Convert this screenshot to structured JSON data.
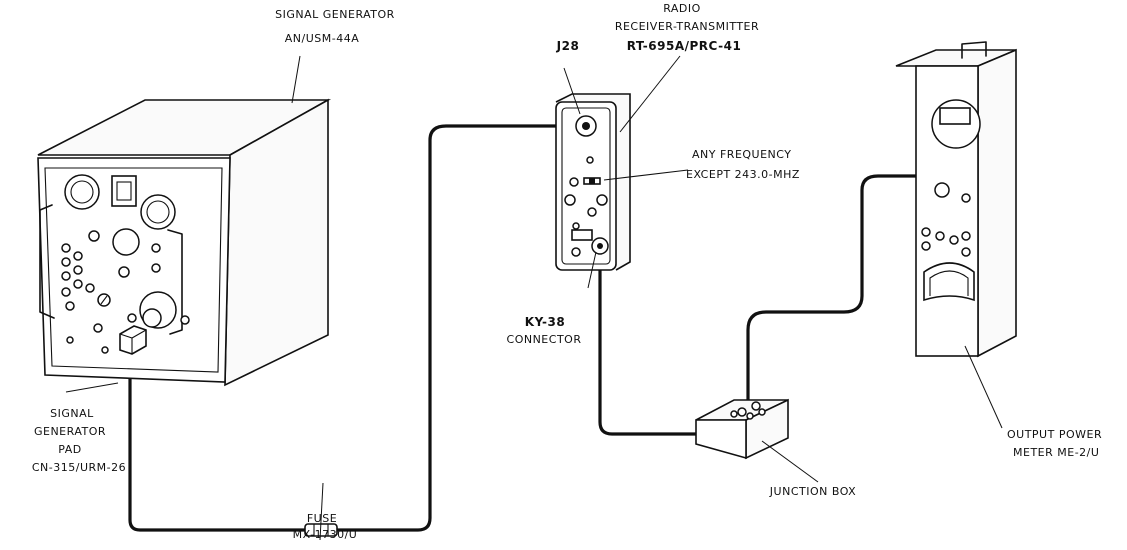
{
  "labels": {
    "signal_generator": [
      "SIGNAL  GENERATOR",
      "AN/USM-44A"
    ],
    "radio": [
      "RADIO",
      "RECEIVER-TRANSMITTER",
      "RT-695A/PRC-41"
    ],
    "j28": "J28",
    "any_frequency": [
      "ANY  FREQUENCY",
      "EXCEPT  243.0-MHZ"
    ],
    "ky38": [
      "KY-38",
      "CONNECTOR"
    ],
    "signal_generator_pad": [
      "SIGNAL",
      "GENERATOR",
      "PAD",
      "CN-315/URM-26"
    ],
    "fuse": [
      "FUSE",
      "MX-1730/U"
    ],
    "junction_box": "JUNCTION  BOX",
    "output_power_meter": [
      "OUTPUT  POWER",
      "METER  ME-2/U"
    ]
  }
}
